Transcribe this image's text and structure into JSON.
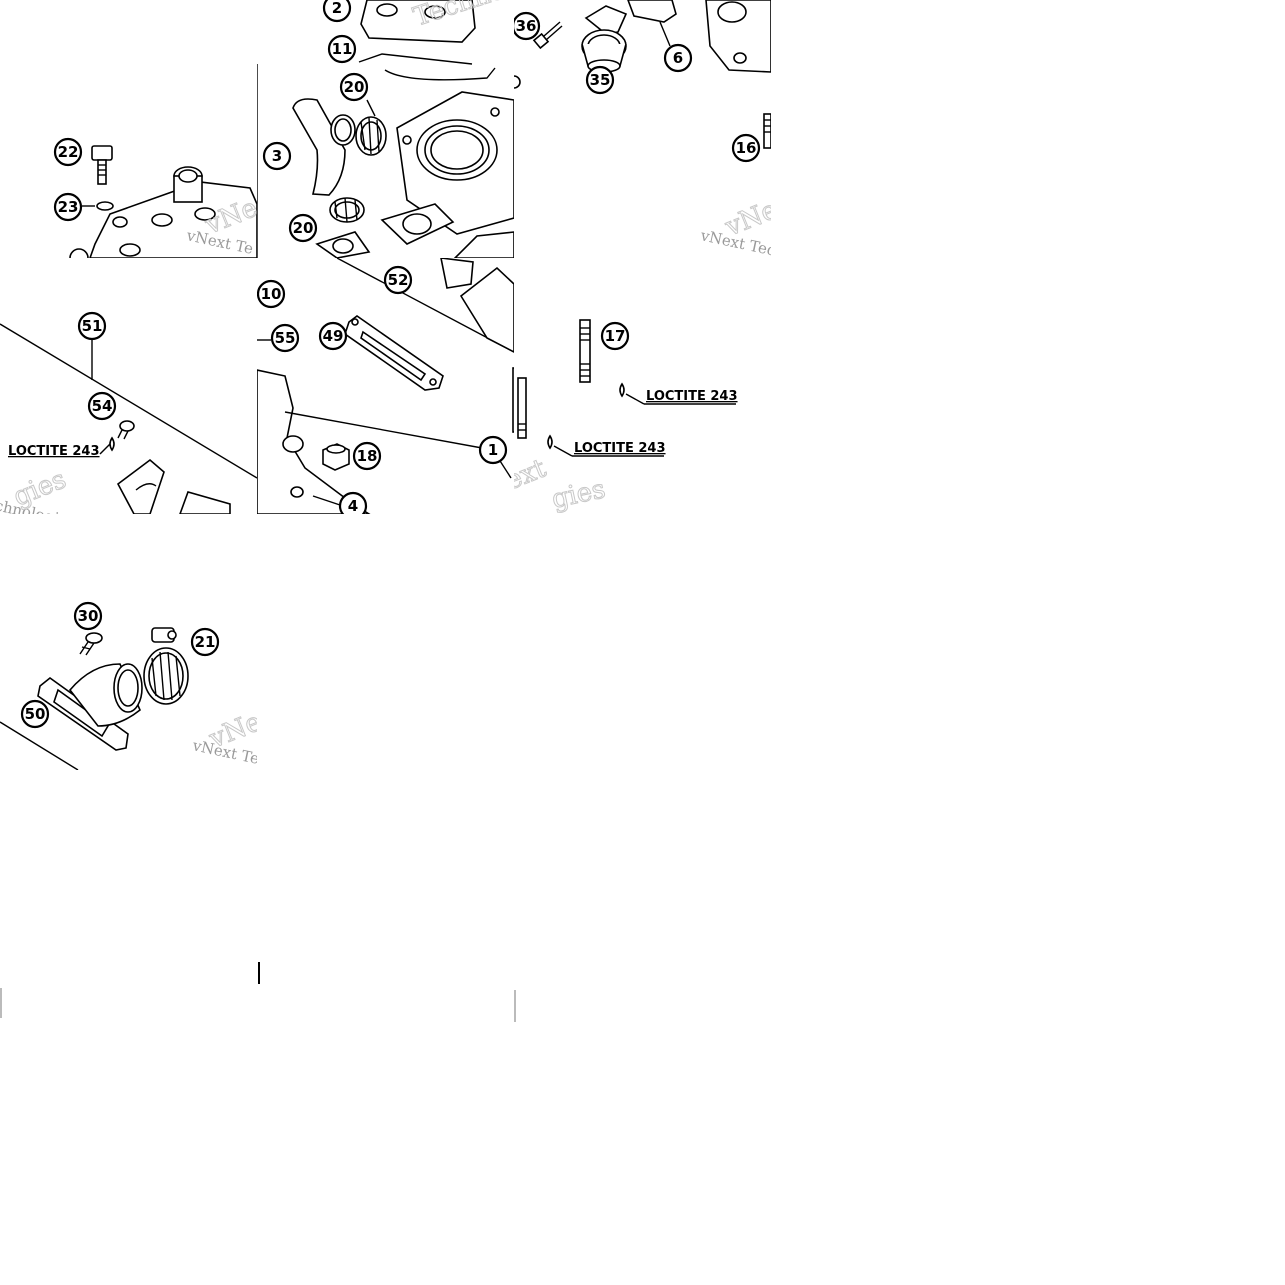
{
  "callouts": {
    "a": [
      "22",
      "23"
    ],
    "b": [
      "2",
      "11",
      "20",
      "3",
      "20",
      "52"
    ],
    "c": [
      "36",
      "6",
      "35",
      "16"
    ],
    "d": [
      "51",
      "54"
    ],
    "e": [
      "10",
      "55",
      "49",
      "18",
      "1",
      "4"
    ],
    "f": [
      "17"
    ],
    "g": [
      "30",
      "21",
      "50"
    ]
  },
  "notes": {
    "d_loctite": "LOCTITE 243",
    "f_loctite_1": "LOCTITE 243",
    "f_loctite_2": "LOCTITE 243"
  },
  "watermark": {
    "brand": "vNext Technologies",
    "fragment_a": "vNext Te",
    "fragment_c": "vNext Tec",
    "fragment_d": "chnologies",
    "fragment_g": "vNext Te",
    "fragment_b_top": "Techno",
    "fragment_e_bottom": "gies"
  }
}
